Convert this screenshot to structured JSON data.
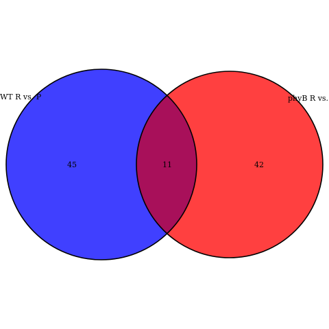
{
  "chart_data": {
    "type": "venn",
    "sets": [
      {
        "name": "WT R vs. P",
        "color": "#4040ff"
      },
      {
        "name": "phyB R vs. P",
        "color": "#ff4040"
      }
    ],
    "regions": {
      "only_a": 45,
      "intersection": 11,
      "only_b": 42
    },
    "overlap_color": "#a8105a",
    "stroke_color": "#000000"
  }
}
